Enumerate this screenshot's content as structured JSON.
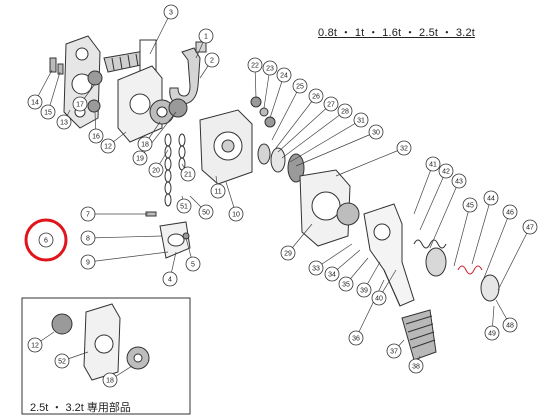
{
  "header": {
    "capacity_line": "0.8t ・ 1t ・ 1.6t ・ 2.5t ・ 3.2t"
  },
  "inset": {
    "caption": "2.5t ・ 3.2t 専用部品"
  },
  "colors": {
    "line": "#333333",
    "part_fill": "#e6e6e6",
    "part_dark": "#9a9a9a",
    "highlight": "#e0141b"
  },
  "highlighted_part": "6",
  "part_labels": [
    "1",
    "2",
    "3",
    "4",
    "5",
    "6",
    "7",
    "8",
    "9",
    "10",
    "11",
    "12",
    "13",
    "14",
    "15",
    "16",
    "17",
    "18",
    "19",
    "20",
    "21",
    "22",
    "23",
    "24",
    "25",
    "26",
    "27",
    "28",
    "29",
    "30",
    "31",
    "32",
    "33",
    "34",
    "35",
    "36",
    "37",
    "38",
    "39",
    "40",
    "41",
    "42",
    "43",
    "44",
    "45",
    "46",
    "47",
    "48",
    "49",
    "50",
    "51",
    "52",
    "12",
    "18",
    "19"
  ]
}
